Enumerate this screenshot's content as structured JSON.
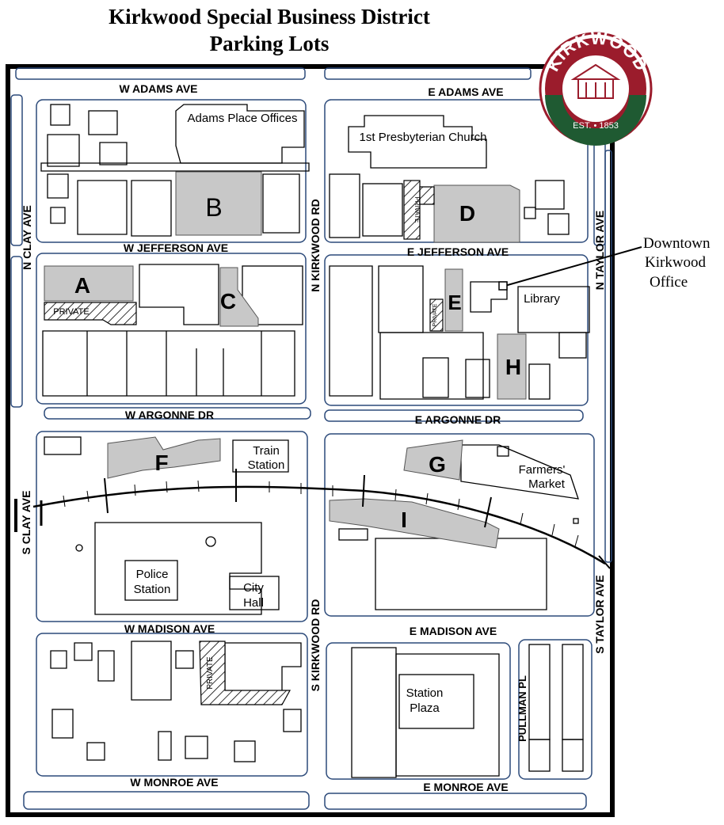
{
  "map": {
    "title_line1": "Kirkwood Special Business District",
    "title_line2": "Parking Lots",
    "streets": {
      "w_adams": "W ADAMS AVE",
      "e_adams": "E ADAMS AVE",
      "w_jefferson": "W JEFFERSON AVE",
      "e_jefferson": "E JEFFERSON AVE",
      "w_argonne": "W ARGONNE DR",
      "e_argonne": "E ARGONNE DR",
      "w_madison": "W MADISON AVE",
      "e_madison": "E MADISON AVE",
      "w_monroe": "W MONROE AVE",
      "e_monroe": "E MONROE AVE",
      "n_clay": "N CLAY AVE",
      "s_clay": "S CLAY AVE",
      "n_kirkwood": "N KIRKWOOD RD",
      "s_kirkwood": "S KIRKWOOD RD",
      "n_taylor": "N TAYLOR AVE",
      "s_taylor": "S TAYLOR AVE",
      "pullman": "PULLMAN PL"
    },
    "landmarks": {
      "adams_place": "Adams Place Offices",
      "church": "1st Presbyterian Church",
      "library": "Library",
      "train_station_1": "Train",
      "train_station_2": "Station",
      "farmers_1": "Farmers'",
      "farmers_2": "Market",
      "police_1": "Police",
      "police_2": "Station",
      "city_hall_1": "City",
      "city_hall_2": "Hall",
      "station_plaza_1": "Station",
      "station_plaza_2": "Plaza"
    },
    "lots": {
      "a": "A",
      "b": "B",
      "c": "C",
      "d": "D",
      "e": "E",
      "f": "F",
      "g": "G",
      "h": "H",
      "i": "I"
    },
    "private_label": "PRIVATE",
    "callout": {
      "line1": "Downtown",
      "line2": "Kirkwood",
      "line3": "Office"
    },
    "logo": {
      "name": "KIRKWOOD",
      "est": "EST. • 1853",
      "ring_color": "#9b1c2c",
      "band_color": "#1f5a32"
    },
    "colors": {
      "lot_fill": "#c8c8c8",
      "block_outline": "#2c4a7a",
      "building_outline": "#000000"
    }
  }
}
